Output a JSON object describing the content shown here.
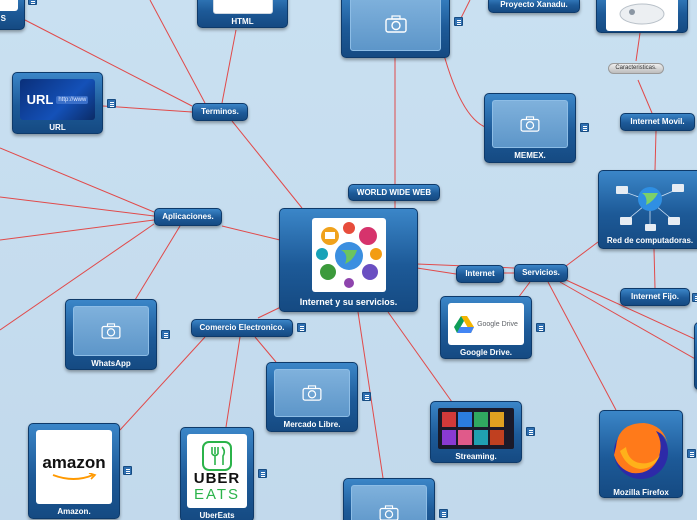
{
  "central": {
    "label": "Internet y su servicios."
  },
  "topics": {
    "world_wide_web": "WORLD WIDE WEB",
    "terminos": "Terminos.",
    "aplicaciones": "Aplicaciones.",
    "comercio": "Comercio Electronico.",
    "internet": "Internet",
    "servicios": "Servicios.",
    "internet_movil": "Internet Movil.",
    "internet_fijo": "Internet Fijo."
  },
  "cards": {
    "html": "HTML",
    "url": "URL",
    "proyecto": "Proyecto Xanadu.",
    "memex": "MEMEX.",
    "whatsapp": "WhatsApp",
    "mercado": "Mercado Libre.",
    "amazon": "Amazon.",
    "ubereats": "UberEats",
    "google_drive": "Google Drive.",
    "streaming": "Streaming.",
    "red": "Red de computadoras.",
    "firefox": "Mozilla Firefox",
    "partial_left": "S"
  },
  "caracteristicas": "Caracteristicas.",
  "logos": {
    "url_word": "URL",
    "url_http": "http://www",
    "amazon_word": "amazon",
    "uber_word": "UBER",
    "eats_word": "EATS",
    "gdrive_word": "Google Drive"
  },
  "colors": {
    "node_top": "#3b86c8",
    "node_bottom": "#154a82",
    "edge": "#e04848",
    "background": "#c5dcee"
  }
}
